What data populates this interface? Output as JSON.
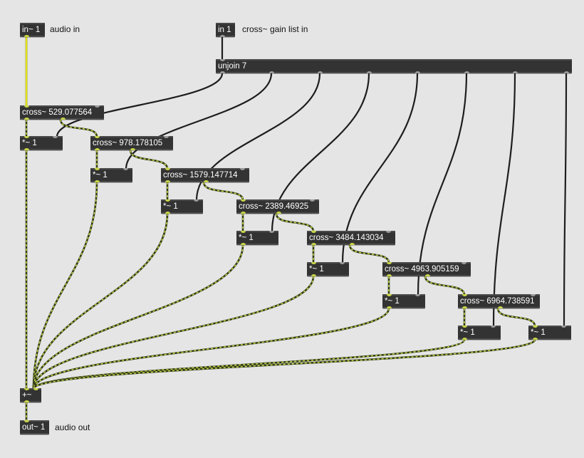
{
  "patch": {
    "objects": [
      {
        "id": "in_audio",
        "text": "in~ 1",
        "name": "audio-inlet-object"
      },
      {
        "id": "in_ctl",
        "text": "in 1",
        "name": "control-inlet-object"
      },
      {
        "id": "unjoin",
        "text": "unjoin 7",
        "name": "unjoin-object"
      },
      {
        "id": "x1",
        "text": "cross~ 529.077564",
        "name": "crossover-1-object"
      },
      {
        "id": "g1",
        "text": "*~ 1",
        "name": "gain-1-object"
      },
      {
        "id": "x2",
        "text": "cross~ 978.178105",
        "name": "crossover-2-object"
      },
      {
        "id": "g2",
        "text": "*~ 1",
        "name": "gain-2-object"
      },
      {
        "id": "x3",
        "text": "cross~ 1579.147714",
        "name": "crossover-3-object"
      },
      {
        "id": "g3",
        "text": "*~ 1",
        "name": "gain-3-object"
      },
      {
        "id": "x4",
        "text": "cross~ 2389.46925",
        "name": "crossover-4-object"
      },
      {
        "id": "g4",
        "text": "*~ 1",
        "name": "gain-4-object"
      },
      {
        "id": "x5",
        "text": "cross~ 3484.143034",
        "name": "crossover-5-object"
      },
      {
        "id": "g5",
        "text": "*~ 1",
        "name": "gain-5-object"
      },
      {
        "id": "x6",
        "text": "cross~ 4963.905159",
        "name": "crossover-6-object"
      },
      {
        "id": "g6",
        "text": "*~ 1",
        "name": "gain-6-object"
      },
      {
        "id": "x7",
        "text": "cross~ 6964.738591",
        "name": "crossover-7-object"
      },
      {
        "id": "g7",
        "text": "*~ 1",
        "name": "gain-7-object"
      },
      {
        "id": "g8",
        "text": "*~ 1",
        "name": "gain-8-object"
      },
      {
        "id": "sum",
        "text": "+~",
        "name": "signal-sum-object"
      },
      {
        "id": "out",
        "text": "out~ 1",
        "name": "audio-outlet-object"
      }
    ],
    "comments": [
      {
        "id": "c_audio_in",
        "text": "audio in",
        "name": "audio-in-comment"
      },
      {
        "id": "c_gain_in",
        "text": "cross~ gain list in",
        "name": "gain-list-in-comment"
      },
      {
        "id": "c_audio_out",
        "text": "audio out",
        "name": "audio-out-comment"
      }
    ]
  }
}
